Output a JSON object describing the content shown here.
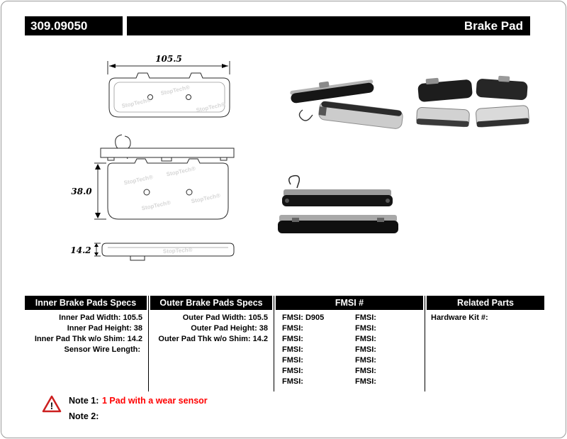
{
  "header": {
    "part_number": "309.09050",
    "product_name": "Brake Pad"
  },
  "diagram": {
    "width_dim": "105.5",
    "height_dim": "38.0",
    "thickness_dim": "14.2",
    "watermark": "StopTech®"
  },
  "colors": {
    "header_bg": "#000000",
    "note_highlight": "#ff0000",
    "warning_triangle": "#cc1f1f"
  },
  "table": {
    "inner": {
      "header": "Inner Brake Pads Specs",
      "rows": [
        {
          "label": "Inner Pad Width:",
          "value": "105.5"
        },
        {
          "label": "Inner Pad Height:",
          "value": "38"
        },
        {
          "label": "Inner Pad Thk w/o Shim:",
          "value": "14.2"
        },
        {
          "label": "Sensor Wire Length:",
          "value": ""
        }
      ]
    },
    "outer": {
      "header": "Outer Brake Pads Specs",
      "rows": [
        {
          "label": "Outer Pad Width:",
          "value": "105.5"
        },
        {
          "label": "Outer Pad Height:",
          "value": "38"
        },
        {
          "label": "Outer Pad Thk w/o Shim:",
          "value": "14.2"
        }
      ]
    },
    "fmsi": {
      "header": "FMSI #",
      "col1": [
        {
          "label": "FMSI:",
          "value": "D905"
        },
        {
          "label": "FMSI:",
          "value": ""
        },
        {
          "label": "FMSI:",
          "value": ""
        },
        {
          "label": "FMSI:",
          "value": ""
        },
        {
          "label": "FMSI:",
          "value": ""
        },
        {
          "label": "FMSI:",
          "value": ""
        },
        {
          "label": "FMSI:",
          "value": ""
        }
      ],
      "col2": [
        {
          "label": "FMSI:",
          "value": ""
        },
        {
          "label": "FMSI:",
          "value": ""
        },
        {
          "label": "FMSI:",
          "value": ""
        },
        {
          "label": "FMSI:",
          "value": ""
        },
        {
          "label": "FMSI:",
          "value": ""
        },
        {
          "label": "FMSI:",
          "value": ""
        },
        {
          "label": "FMSI:",
          "value": ""
        }
      ]
    },
    "related": {
      "header": "Related Parts",
      "rows": [
        {
          "label": "Hardware Kit #:",
          "value": ""
        }
      ]
    }
  },
  "notes": {
    "note1_label": "Note 1:",
    "note1_text": "1 Pad with a wear sensor",
    "note2_label": "Note 2:",
    "note2_text": "",
    "warning_glyph": "!"
  }
}
